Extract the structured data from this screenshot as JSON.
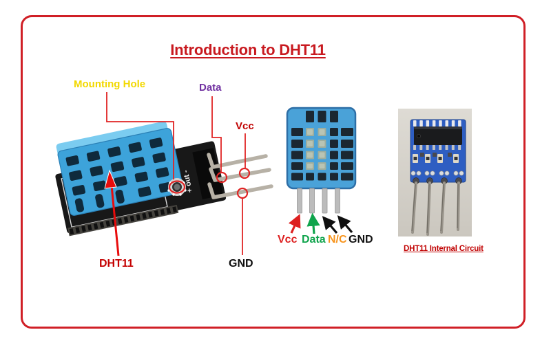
{
  "title": "Introduction to DHT11",
  "colors": {
    "frame_border": "#d01f26",
    "title_red": "#c8191f",
    "mounting_hole_yellow": "#f2d800",
    "data_purple": "#7030a0",
    "vcc_red": "#c00000",
    "gnd_black": "#0d0d0d",
    "pin_vcc_red": "#dd1f1f",
    "pin_data_green": "#0fa44c",
    "pin_nc_orange": "#f7941d",
    "pin_gnd_black": "#101010",
    "caption_red": "#c00000",
    "sensor_blue": "#42a5da",
    "pcb_black": "#181818"
  },
  "module_figure": {
    "mounting_hole_label": "Mounting Hole",
    "data_label": "Data",
    "vcc_label": "Vcc",
    "gnd_label": "GND",
    "part_label": "DHT11",
    "silkscreen_text": "+ out -"
  },
  "pinout_figure": {
    "labels": {
      "vcc": "Vcc",
      "data": "Data",
      "nc": "N/C",
      "gnd": "GND"
    }
  },
  "internal_figure": {
    "caption": "DHT11 Internal Circuit"
  }
}
